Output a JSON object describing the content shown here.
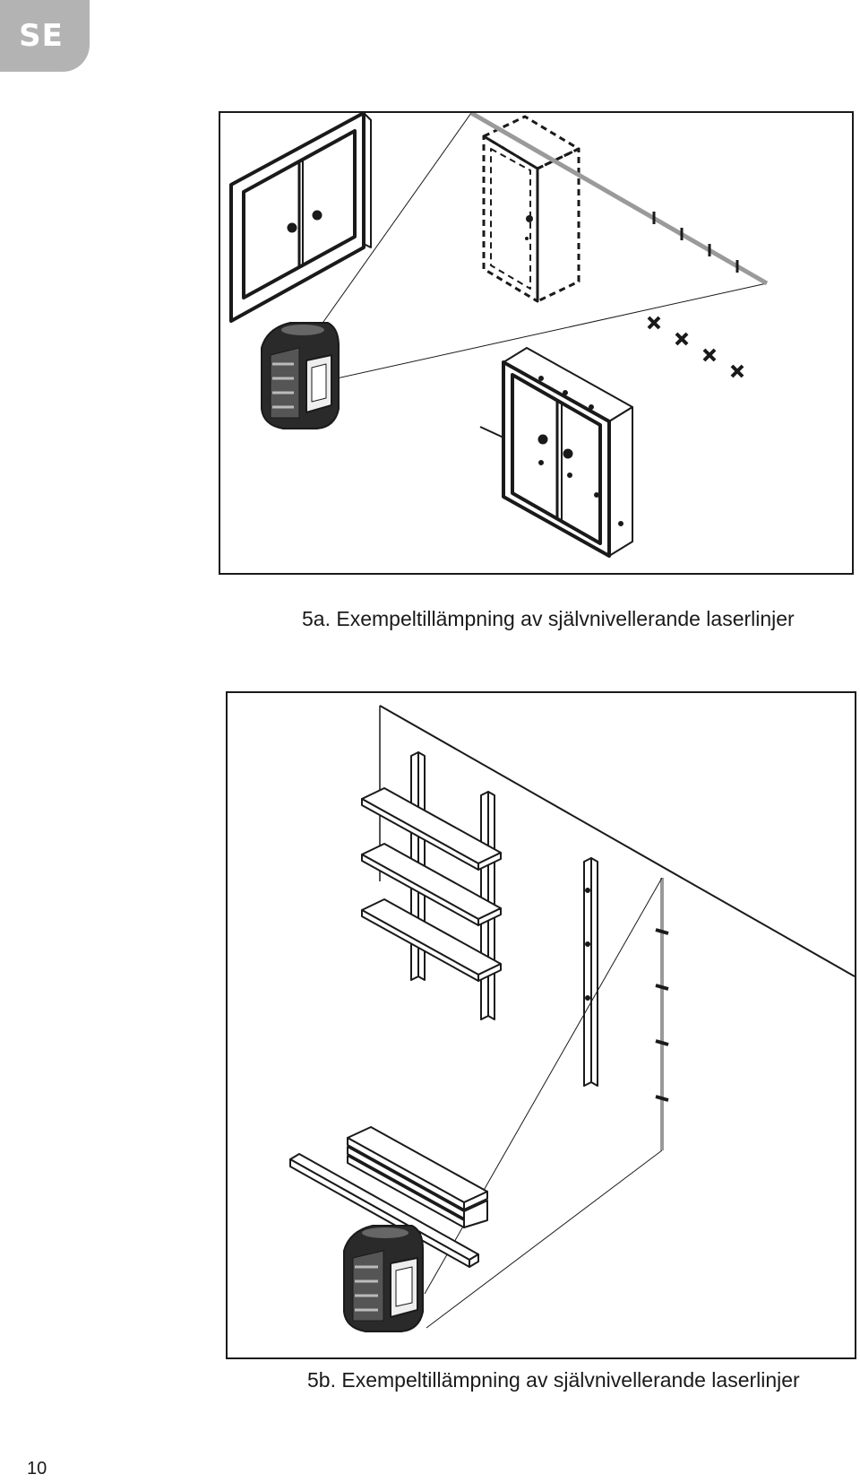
{
  "header": {
    "language_tab": "SE"
  },
  "figures": [
    {
      "caption": "5a. Exempeltillämpning av självnivellerande laserlinjer"
    },
    {
      "caption": "5b. Exempeltillämpning av självnivellerande laserlinjer"
    }
  ],
  "footer": {
    "page_number": "10"
  },
  "colors": {
    "tab": "#b3b3b3",
    "laser_line": "#9a9a9a",
    "ink": "#1a1a1a"
  }
}
